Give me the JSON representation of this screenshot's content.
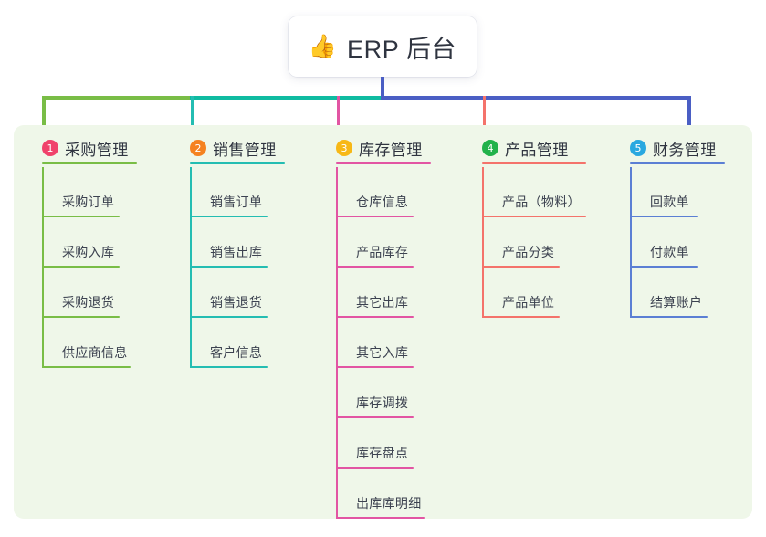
{
  "title": {
    "emoji": "👍",
    "emoji_name": "thumbs-up-icon",
    "text": "ERP 后台"
  },
  "theme": {
    "page_bg": "#ffffff",
    "panel_bg": "#eff7e9",
    "card_bg": "#ffffff",
    "text_primary": "#2f3440",
    "text_leaf": "#3c4250",
    "trunk_color": "#4a5ec4",
    "bus_left_green": "#79bd46",
    "bus_mid_teal": "#0fbba1",
    "bus_right_blue": "#4a5ec4"
  },
  "columns": [
    {
      "number": "1",
      "title": "采购管理",
      "badge_color": "#f0426b",
      "line_color": "#79bd46",
      "drop_color": "#79bd46",
      "head_rule_width": 104,
      "items": [
        {
          "label": "采购订单",
          "rule_width": 85
        },
        {
          "label": "采购入库",
          "rule_width": 85
        },
        {
          "label": "采购退货",
          "rule_width": 85
        },
        {
          "label": "供应商信息",
          "rule_width": 97
        }
      ]
    },
    {
      "number": "2",
      "title": "销售管理",
      "badge_color": "#f58220",
      "line_color": "#24bdb2",
      "drop_color": "#24bdb2",
      "head_rule_width": 104,
      "items": [
        {
          "label": "销售订单",
          "rule_width": 85
        },
        {
          "label": "销售出库",
          "rule_width": 85
        },
        {
          "label": "销售退货",
          "rule_width": 85
        },
        {
          "label": "客户信息",
          "rule_width": 85
        }
      ]
    },
    {
      "number": "3",
      "title": "库存管理",
      "badge_color": "#f7b816",
      "line_color": "#e255a3",
      "drop_color": "#e255a3",
      "head_rule_width": 104,
      "items": [
        {
          "label": "仓库信息",
          "rule_width": 85
        },
        {
          "label": "产品库存",
          "rule_width": 85
        },
        {
          "label": "其它出库",
          "rule_width": 85
        },
        {
          "label": "其它入库",
          "rule_width": 85
        },
        {
          "label": "库存调拨",
          "rule_width": 85
        },
        {
          "label": "库存盘点",
          "rule_width": 85
        },
        {
          "label": "出库库明细",
          "rule_width": 97
        }
      ]
    },
    {
      "number": "4",
      "title": "产品管理",
      "badge_color": "#21b24b",
      "line_color": "#f4736b",
      "drop_color": "#f4736b",
      "head_rule_width": 114,
      "items": [
        {
          "label": "产品（物料）",
          "rule_width": 114
        },
        {
          "label": "产品分类",
          "rule_width": 85
        },
        {
          "label": "产品单位",
          "rule_width": 85
        }
      ]
    },
    {
      "number": "5",
      "title": "财务管理",
      "badge_color": "#29a8e0",
      "line_color": "#5b7fd4",
      "drop_color": "#5b7fd4",
      "head_rule_width": 104,
      "items": [
        {
          "label": "回款单",
          "rule_width": 74
        },
        {
          "label": "付款单",
          "rule_width": 74
        },
        {
          "label": "结算账户",
          "rule_width": 85
        }
      ]
    }
  ]
}
